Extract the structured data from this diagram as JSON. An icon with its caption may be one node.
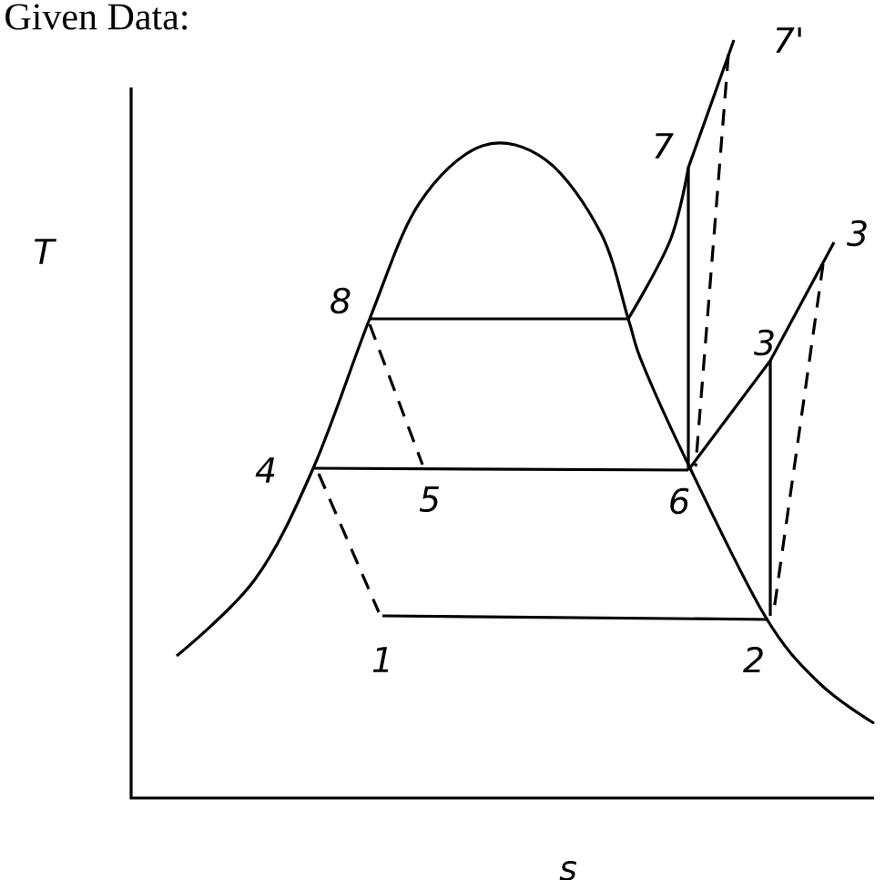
{
  "diagram": {
    "title": "Given Data:",
    "labels": [
      "7'",
      "7",
      "3",
      "T",
      "8",
      "3",
      "4",
      "5",
      "6",
      "1",
      "2",
      "s"
    ]
  }
}
